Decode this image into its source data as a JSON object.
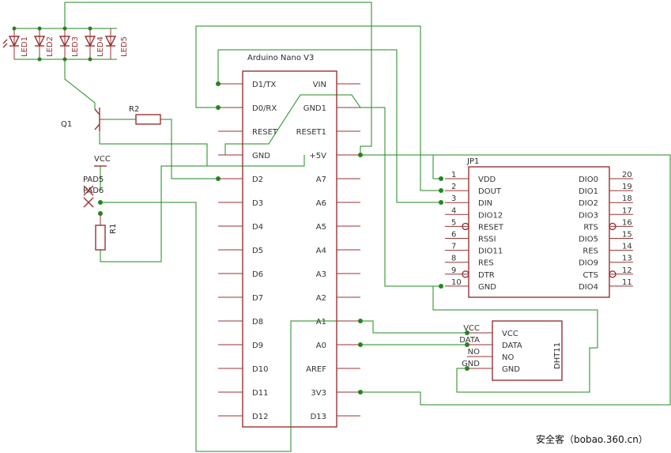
{
  "nano": {
    "title": "Arduino Nano V3",
    "left_pins": [
      "D1/TX",
      "D0/RX",
      "RESET",
      "GND",
      "D2",
      "D3",
      "D4",
      "D5",
      "D6",
      "D7",
      "D8",
      "D9",
      "D10",
      "D11",
      "D12"
    ],
    "right_pins": [
      "VIN",
      "GND1",
      "RESET1",
      "+5V",
      "A7",
      "A6",
      "A5",
      "A4",
      "A3",
      "A2",
      "A1",
      "A0",
      "AREF",
      "3V3",
      "D13"
    ]
  },
  "jp1": {
    "title": "JP1",
    "left_nums": [
      "1",
      "2",
      "3",
      "4",
      "5",
      "6",
      "7",
      "8",
      "9",
      "10"
    ],
    "left_labels": [
      "VDD",
      "DOUT",
      "DIN",
      "DIO12",
      "RESET",
      "RSSI",
      "DIO11",
      "RES",
      "DTR",
      "GND"
    ],
    "right_nums": [
      "20",
      "19",
      "18",
      "17",
      "16",
      "15",
      "14",
      "13",
      "12",
      "11"
    ],
    "right_labels": [
      "DIO0",
      "DIO1",
      "DIO2",
      "DIO3",
      "RTS",
      "DIO5",
      "RES",
      "DIO9",
      "CTS",
      "DIO4"
    ]
  },
  "dht": {
    "title": "DHT11",
    "inner_labels": [
      "VCC",
      "DATA",
      "NO",
      "GND"
    ],
    "outer_labels": [
      "VCC",
      "DATA",
      "NO",
      "GND"
    ]
  },
  "leds": [
    "LED1",
    "LED2",
    "LED3",
    "LED4",
    "LED5"
  ],
  "transistor": "Q1",
  "resistor_r2": "R2",
  "resistor_r1": "R1",
  "vcc": "VCC",
  "pad5": "PAD5",
  "pad6": "PAD6",
  "watermark": "安全客（bobao.360.cn）"
}
